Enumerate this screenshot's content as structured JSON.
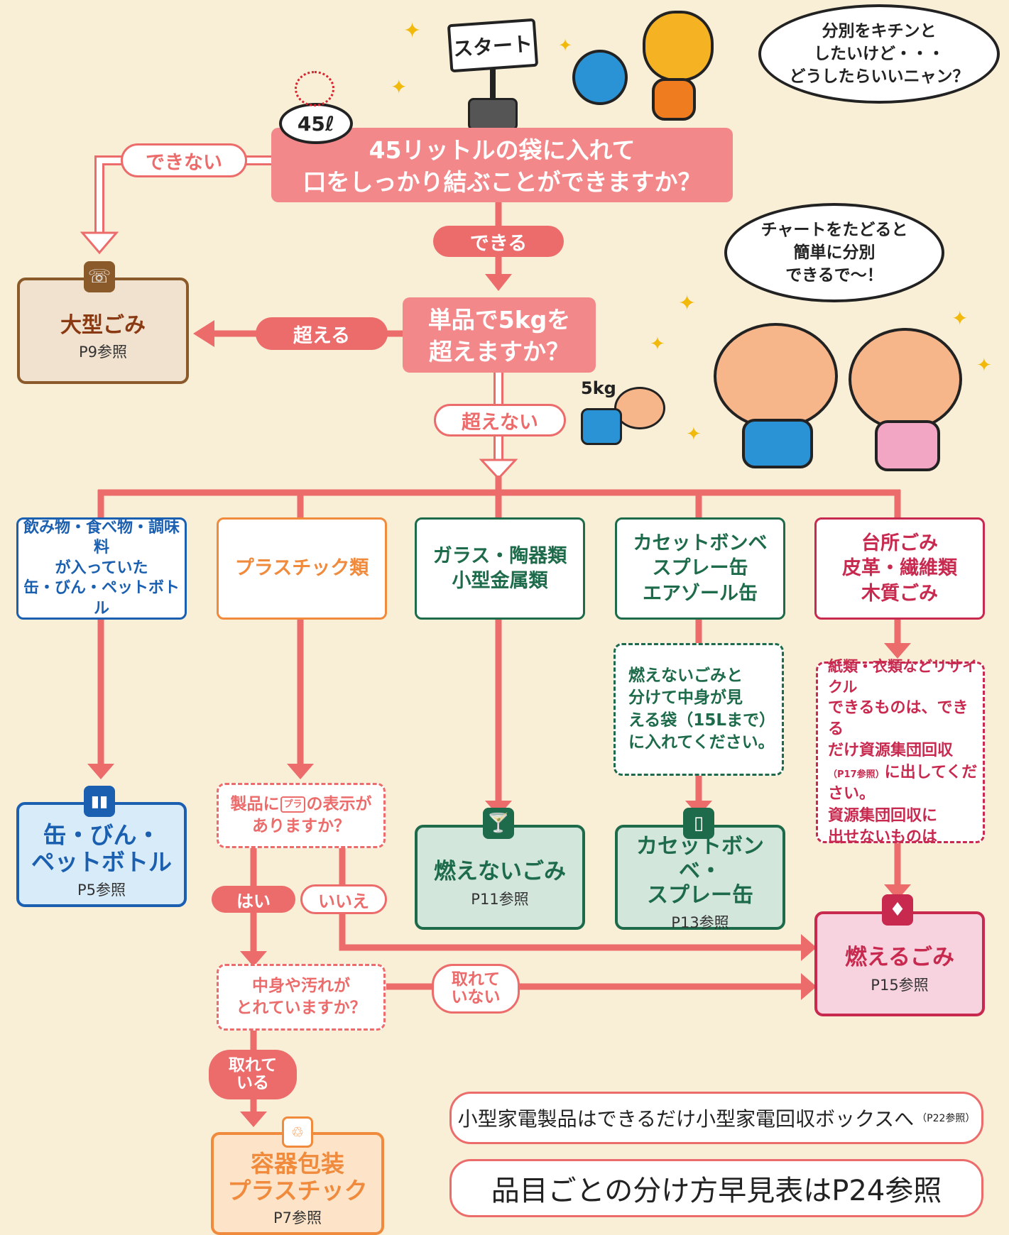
{
  "start_sign": "スタート",
  "bag_label": "45ℓ",
  "speech1": [
    "分別をキチンと",
    "したいけど・・・",
    "どうしたらいいニャン？"
  ],
  "speech2": [
    "チャートをたどると",
    "簡単に分別",
    "できるで〜！"
  ],
  "kg_label": "5kg",
  "q1": [
    "45リットルの袋に入れて",
    "口をしっかり結ぶことができますか？"
  ],
  "q1_no": "できない",
  "q1_yes": "できる",
  "q2": [
    "単品で5kgを",
    "超えますか？"
  ],
  "q2_yes": "超える",
  "q2_no": "超えない",
  "oversize": {
    "title": "大型ごみ",
    "ref": "P9参照"
  },
  "categories": [
    [
      "飲み物・食べ物・調味料",
      "が入っていた",
      "缶・びん・ペットボトル"
    ],
    [
      "プラスチック類"
    ],
    [
      "ガラス・陶器類",
      "小型金属類"
    ],
    [
      "カセットボンベ",
      "スプレー缶",
      "エアゾール缶"
    ],
    [
      "台所ごみ",
      "皮革・繊維類",
      "木質ごみ"
    ]
  ],
  "cans": {
    "title": [
      "缶・びん・",
      "ペットボトル"
    ],
    "ref": "P5参照"
  },
  "plastic_q": {
    "pre": "製品に",
    "mark": "プラ",
    "post": "の表示が",
    "line2": "ありますか？"
  },
  "yes": "はい",
  "no": "いいえ",
  "clean_q": [
    "中身や汚れが",
    "とれていますか？"
  ],
  "not_removed": [
    "取れて",
    "いない"
  ],
  "removed": [
    "取れて",
    "いる"
  ],
  "container_plastic": {
    "title": [
      "容器包装",
      "プラスチック"
    ],
    "ref": "P7参照"
  },
  "nonburnable": {
    "title": "燃えないごみ",
    "ref": "P11参照"
  },
  "cassette_note": [
    "燃えないごみと",
    "分けて中身が見",
    "える袋（15Lまで）",
    "に入れてください。"
  ],
  "cassette": {
    "title": [
      "カセットボンベ・",
      "スプレー缶"
    ],
    "ref": "P13参照"
  },
  "kitchen_note": {
    "l1": "紙類・衣類などリサイクル",
    "l2": "できるものは、できる",
    "l3": "だけ資源集団回収",
    "small": "（P17参照）",
    "l4": "に出してくだ",
    "l5": "さい。",
    "l6": "資源集団回収に",
    "l7": "出せないものは"
  },
  "burnable": {
    "title": "燃えるごみ",
    "ref": "P15参照"
  },
  "footer1": {
    "main": "小型家電製品はできるだけ小型家電回収ボックスへ",
    "small": "（P22参照）"
  },
  "footer2": "品目ごとの分け方早見表はP24参照",
  "colors": {
    "bg": "#f9efd6",
    "red": "#ec6b6b",
    "pink": "#f3888a",
    "brown": "#8a5a2b",
    "blue": "#1a5fb0",
    "orange": "#f08a3c",
    "green": "#1d6b4a",
    "crimson": "#c8294f"
  }
}
